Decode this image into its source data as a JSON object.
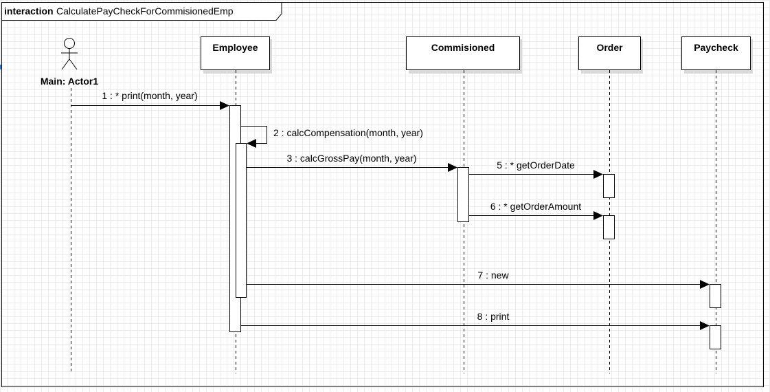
{
  "frame": {
    "keyword": "interaction",
    "name": "CalculatePayCheckForCommisionedEmp"
  },
  "actor": {
    "label": "Main: Actor1"
  },
  "lifelines": [
    {
      "id": "employee",
      "label": "Employee"
    },
    {
      "id": "commisioned",
      "label": "Commisioned"
    },
    {
      "id": "order",
      "label": "Order"
    },
    {
      "id": "paycheck",
      "label": "Paycheck"
    }
  ],
  "messages": [
    {
      "id": "m1",
      "label": "1 : * print(month, year)",
      "from": "actor",
      "to": "employee"
    },
    {
      "id": "m2",
      "label": "2 : calcCompensation(month, year)",
      "from": "employee",
      "to": "employee"
    },
    {
      "id": "m3",
      "label": "3 : calcGrossPay(month, year)",
      "from": "employee",
      "to": "commisioned"
    },
    {
      "id": "m5",
      "label": "5 : * getOrderDate",
      "from": "commisioned",
      "to": "order"
    },
    {
      "id": "m6",
      "label": "6 : * getOrderAmount",
      "from": "commisioned",
      "to": "order"
    },
    {
      "id": "m7",
      "label": "7 : new",
      "from": "employee",
      "to": "paycheck"
    },
    {
      "id": "m8",
      "label": "8 : print",
      "from": "employee",
      "to": "paycheck"
    }
  ],
  "colors": {
    "line": "#000000",
    "fill": "#ffffff",
    "shadow": "#d9d9d9"
  }
}
